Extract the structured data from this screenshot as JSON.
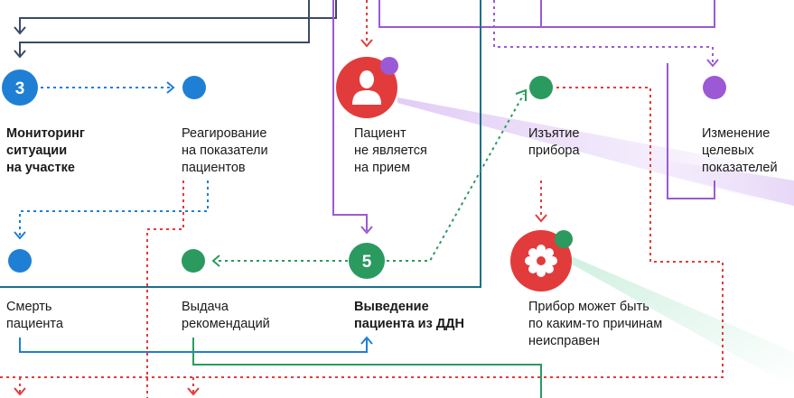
{
  "nodes": {
    "n3": {
      "number": "3",
      "label": "Мониторинг\nситуации\nна участке",
      "color": "#1f7fd4"
    },
    "react": {
      "label": "Реагирование\nна показатели\nпациентов",
      "color": "#1f7fd4"
    },
    "patient_absent": {
      "label": "Пациент\nне является\nна прием",
      "color": "#e23b3b",
      "icon": "person-icon",
      "badge_color": "#9b59d6"
    },
    "withdraw": {
      "label": "Изъятие\nприбора",
      "color": "#2b9a5f"
    },
    "target_change": {
      "label": "Изменение\nцелевых\nпоказателей",
      "color": "#9b59d6"
    },
    "death": {
      "label": "Смерть\nпациента",
      "color": "#1f7fd4"
    },
    "recommend": {
      "label": "Выдача\nрекомендаций",
      "color": "#2b9a5f"
    },
    "n5": {
      "number": "5",
      "label": "Выведение\nпациента из ДДН",
      "color": "#2b9a5f"
    },
    "device_fault": {
      "label": "Прибор может быть\nпо каким-то причинам\nнеисправен",
      "color": "#e23b3b",
      "icon": "gear-icon",
      "badge_color": "#2b9a5f"
    }
  },
  "colors": {
    "blue": "#1f7fd4",
    "navy": "#3a4a66",
    "red": "#e23b3b",
    "purple": "#9b59d6",
    "green": "#2b9a5f",
    "teal": "#1a6f8a"
  }
}
